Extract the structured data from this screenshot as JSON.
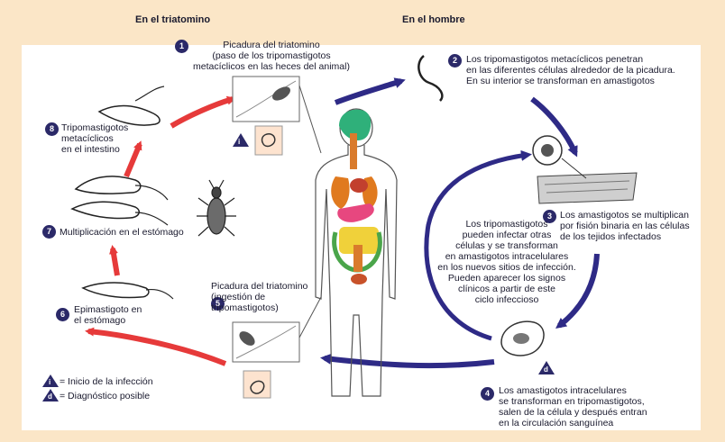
{
  "headers": {
    "vector": "En el triatomino",
    "human": "En el hombre"
  },
  "steps": [
    {
      "num": "1",
      "text": "Picadura del triatomino\n(paso de los tripomastigotos\nmetacíclicos en las heces del animal)"
    },
    {
      "num": "2",
      "text": "Los tripomastigotos metacíclicos penetran\nen las diferentes células alrededor de la picadura.\nEn su interior se transforman en amastigotos"
    },
    {
      "num": "3",
      "text": "Los amastigotos se multiplican\npor fisión  binaria en las células\nde los tejidos infectados"
    },
    {
      "num": "4",
      "text": "Los amastigotos intracelulares\nse transforman en tripomastigotos,\nsalen de la célula y después entran\nen la circulación sanguínea"
    },
    {
      "num": "5",
      "text": "Picadura del triatomino\n(ingestión de\ntripomastigotos)"
    },
    {
      "num": "6",
      "text": "Epimastigoto en\nel estómago"
    },
    {
      "num": "7",
      "text": "Multiplicación en el estómago"
    },
    {
      "num": "8",
      "text": "Tripomastigotos\nmetacíclicos\nen el intestino"
    }
  ],
  "center_note": "Los tripomastigotos\npueden infectar otras\ncélulas y se transforman\nen amastigotos intracelulares\nen los nuevos sitios de infección.\nPueden aparecer los signos\nclínicos a partir de este\nciclo infeccioso",
  "markers": {
    "infection": "i",
    "diagnosis": "d"
  },
  "legend": {
    "infection": "= Inicio de la infección",
    "diagnosis": "= Diagnóstico posible"
  },
  "colors": {
    "vector_arrows": "#e63a3a",
    "human_arrows": "#2e2a86",
    "badge": "#2b2968",
    "background": "#fbe6c7"
  }
}
